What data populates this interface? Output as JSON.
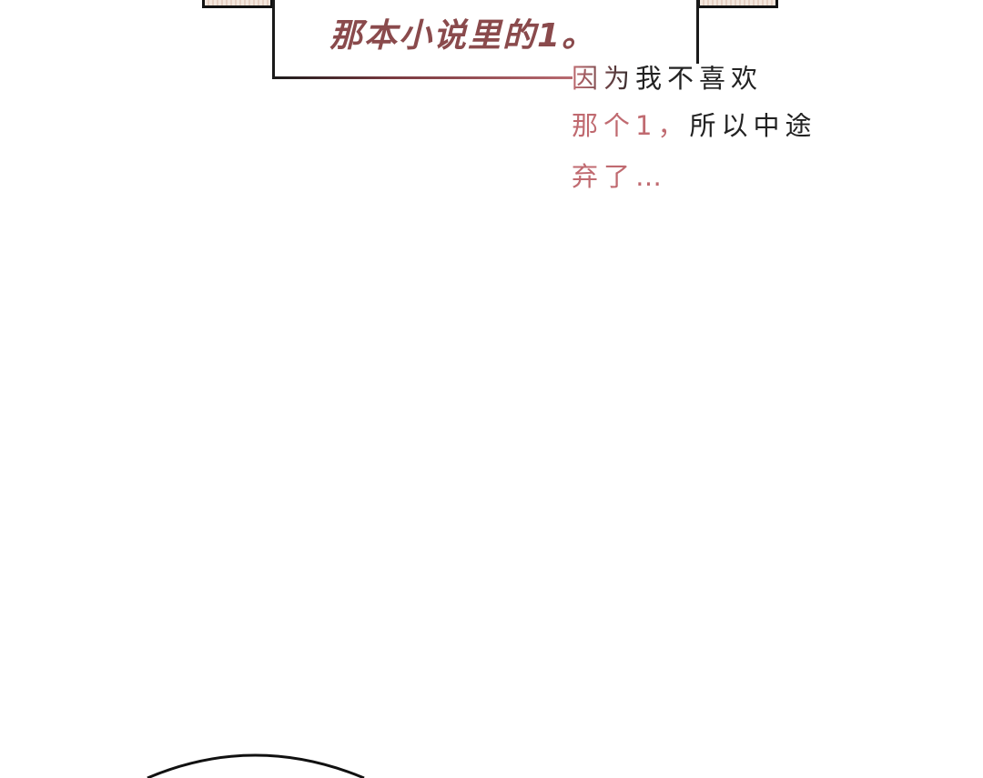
{
  "caption_box": {
    "text": "那本小说里的1。"
  },
  "monologue": {
    "lines": [
      "因为我不喜欢",
      "那个1，所以中途",
      "弃了…"
    ]
  },
  "colors": {
    "caption": "#8a4a4c",
    "monologue_accent": "#c06a70",
    "ink": "#111111"
  }
}
